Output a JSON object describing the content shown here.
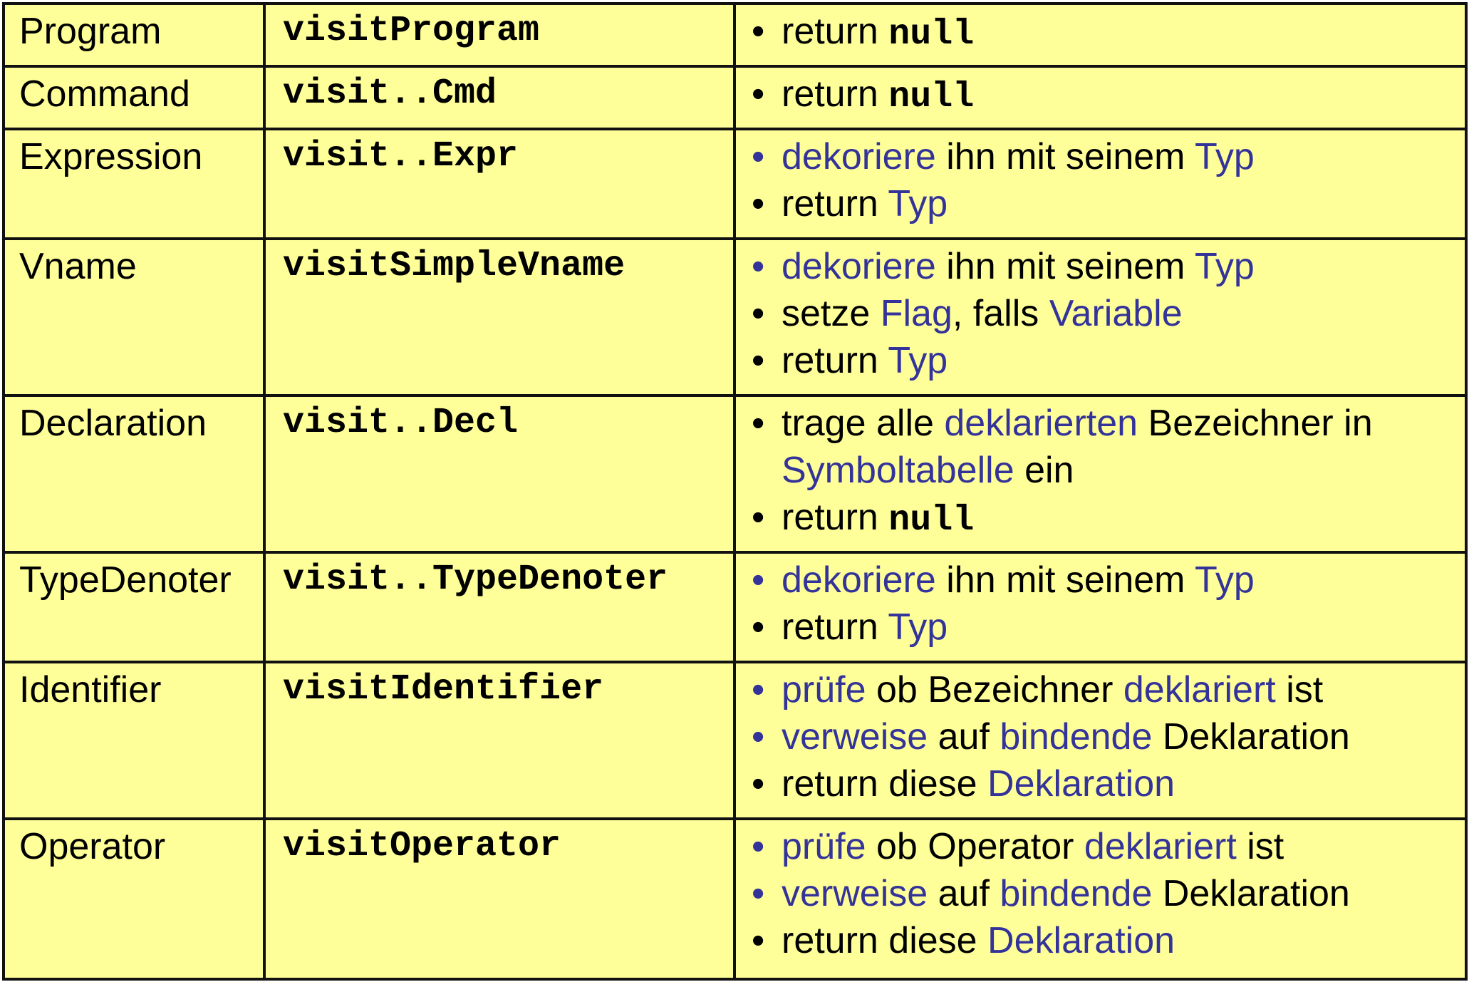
{
  "colors": {
    "background": "#ffff99",
    "border": "#111111",
    "text": "#000000",
    "highlight": "#333399"
  },
  "rows": [
    {
      "node": "Program",
      "method": "visitProgram",
      "actions": [
        {
          "bullet_highlight": false,
          "segments": [
            {
              "text": "return ",
              "style": "normal"
            },
            {
              "text": "null",
              "style": "code"
            }
          ]
        }
      ]
    },
    {
      "node": "Command",
      "method": "visit..Cmd",
      "actions": [
        {
          "bullet_highlight": false,
          "segments": [
            {
              "text": "return ",
              "style": "normal"
            },
            {
              "text": "null",
              "style": "code"
            }
          ]
        }
      ]
    },
    {
      "node": "Expression",
      "method": "visit..Expr",
      "actions": [
        {
          "bullet_highlight": true,
          "segments": [
            {
              "text": "dekoriere",
              "style": "highlight"
            },
            {
              "text": " ihn mit seinem ",
              "style": "normal"
            },
            {
              "text": "Typ",
              "style": "highlight"
            }
          ]
        },
        {
          "bullet_highlight": false,
          "segments": [
            {
              "text": "return ",
              "style": "normal"
            },
            {
              "text": "Typ",
              "style": "highlight"
            }
          ]
        }
      ]
    },
    {
      "node": "Vname",
      "method": "visitSimpleVname",
      "actions": [
        {
          "bullet_highlight": true,
          "segments": [
            {
              "text": "dekoriere",
              "style": "highlight"
            },
            {
              "text": " ihn mit seinem ",
              "style": "normal"
            },
            {
              "text": "Typ",
              "style": "highlight"
            }
          ]
        },
        {
          "bullet_highlight": false,
          "segments": [
            {
              "text": "setze ",
              "style": "normal"
            },
            {
              "text": "Flag",
              "style": "highlight"
            },
            {
              "text": ", falls ",
              "style": "normal"
            },
            {
              "text": "Variable",
              "style": "highlight"
            }
          ]
        },
        {
          "bullet_highlight": false,
          "segments": [
            {
              "text": "return ",
              "style": "normal"
            },
            {
              "text": "Typ",
              "style": "highlight"
            }
          ]
        }
      ]
    },
    {
      "node": "Declaration",
      "method": "visit..Decl",
      "actions": [
        {
          "bullet_highlight": false,
          "segments": [
            {
              "text": "trage alle ",
              "style": "normal"
            },
            {
              "text": "deklarierten",
              "style": "highlight"
            },
            {
              "text": " Bezeichner in ",
              "style": "normal"
            },
            {
              "text": "Symboltabelle",
              "style": "highlight"
            },
            {
              "text": " ein",
              "style": "normal"
            }
          ]
        },
        {
          "bullet_highlight": false,
          "segments": [
            {
              "text": "return ",
              "style": "normal"
            },
            {
              "text": "null",
              "style": "code"
            }
          ]
        }
      ]
    },
    {
      "node": "TypeDenoter",
      "method": "visit..TypeDenoter",
      "actions": [
        {
          "bullet_highlight": true,
          "segments": [
            {
              "text": "dekoriere",
              "style": "highlight"
            },
            {
              "text": " ihn mit seinem ",
              "style": "normal"
            },
            {
              "text": "Typ",
              "style": "highlight"
            }
          ]
        },
        {
          "bullet_highlight": false,
          "segments": [
            {
              "text": "return ",
              "style": "normal"
            },
            {
              "text": "Typ",
              "style": "highlight"
            }
          ]
        }
      ]
    },
    {
      "node": "Identifier",
      "method": "visitIdentifier",
      "actions": [
        {
          "bullet_highlight": true,
          "segments": [
            {
              "text": "prüfe",
              "style": "highlight"
            },
            {
              "text": " ob Bezeichner ",
              "style": "normal"
            },
            {
              "text": "deklariert",
              "style": "highlight"
            },
            {
              "text": " ist",
              "style": "normal"
            }
          ]
        },
        {
          "bullet_highlight": true,
          "segments": [
            {
              "text": "verweise",
              "style": "highlight"
            },
            {
              "text": " auf ",
              "style": "normal"
            },
            {
              "text": "bindende",
              "style": "highlight"
            },
            {
              "text": " Deklaration",
              "style": "normal"
            }
          ]
        },
        {
          "bullet_highlight": false,
          "segments": [
            {
              "text": "return diese ",
              "style": "normal"
            },
            {
              "text": "Deklaration",
              "style": "highlight"
            }
          ]
        }
      ]
    },
    {
      "node": "Operator",
      "method": "visitOperator",
      "actions": [
        {
          "bullet_highlight": true,
          "segments": [
            {
              "text": "prüfe",
              "style": "highlight"
            },
            {
              "text": " ob Operator ",
              "style": "normal"
            },
            {
              "text": "deklariert",
              "style": "highlight"
            },
            {
              "text": " ist",
              "style": "normal"
            }
          ]
        },
        {
          "bullet_highlight": true,
          "segments": [
            {
              "text": "verweise",
              "style": "highlight"
            },
            {
              "text": " auf ",
              "style": "normal"
            },
            {
              "text": "bindende",
              "style": "highlight"
            },
            {
              "text": " Deklaration",
              "style": "normal"
            }
          ]
        },
        {
          "bullet_highlight": false,
          "segments": [
            {
              "text": "return diese ",
              "style": "normal"
            },
            {
              "text": "Deklaration",
              "style": "highlight"
            }
          ]
        }
      ]
    }
  ]
}
